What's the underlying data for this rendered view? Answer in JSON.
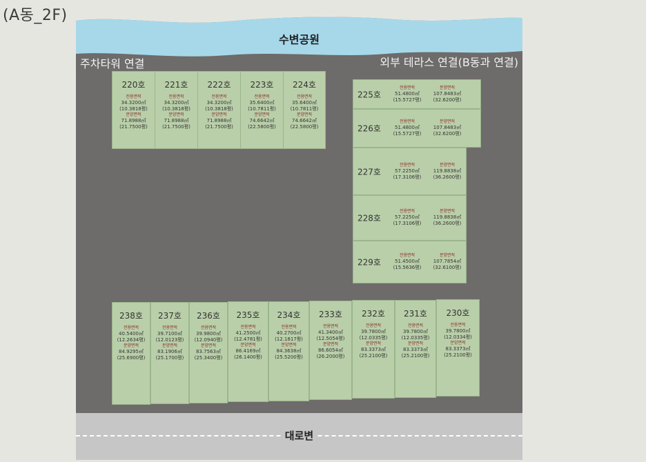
{
  "page_title": "(A동_2F)",
  "labels": {
    "park": "수변공원",
    "parking_link": "주차타워 연결",
    "terrace_link": "외부 테라스 연결(B동과 연결)",
    "road": "대로변"
  },
  "colors": {
    "background": "#e6e6e1",
    "site": "#6e6b6b",
    "water": "#a6d8ea",
    "unit": "#b9cfa9",
    "road": "#c6c6c6",
    "area_label": "#8a2a2a"
  },
  "area_labels": {
    "exclusive": "전용면적",
    "sale": "분양면적"
  },
  "top_units": [
    {
      "name": "220호",
      "ex_m2": "34.3200㎡",
      "ex_py": "(10.3818평)",
      "sale_m2": "71.8988㎡",
      "sale_py": "(21.7500평)"
    },
    {
      "name": "221호",
      "ex_m2": "34.3200㎡",
      "ex_py": "(10.3818평)",
      "sale_m2": "71.8988㎡",
      "sale_py": "(21.7500평)"
    },
    {
      "name": "222호",
      "ex_m2": "34.3200㎡",
      "ex_py": "(10.3818평)",
      "sale_m2": "71.8988㎡",
      "sale_py": "(21.7500평)"
    },
    {
      "name": "223호",
      "ex_m2": "35.6400㎡",
      "ex_py": "(10.7811평)",
      "sale_m2": "74.6642㎡",
      "sale_py": "(22.5800평)"
    },
    {
      "name": "224호",
      "ex_m2": "35.6400㎡",
      "ex_py": "(10.7811평)",
      "sale_m2": "74.6642㎡",
      "sale_py": "(22.5800평)"
    }
  ],
  "right_units": [
    {
      "name": "225호",
      "ex_m2": "51.4800㎡",
      "ex_py": "(15.5727평)",
      "sale_m2": "107.8483㎡",
      "sale_py": "(32.6200평)"
    },
    {
      "name": "226호",
      "ex_m2": "51.4800㎡",
      "ex_py": "(15.5727평)",
      "sale_m2": "107.8483㎡",
      "sale_py": "(32.6200평)"
    },
    {
      "name": "227호",
      "ex_m2": "57.2250㎡",
      "ex_py": "(17.3106평)",
      "sale_m2": "119.8838㎡",
      "sale_py": "(36.2600평)"
    },
    {
      "name": "228호",
      "ex_m2": "57.2250㎡",
      "ex_py": "(17.3106평)",
      "sale_m2": "119.8838㎡",
      "sale_py": "(36.2600평)"
    },
    {
      "name": "229호",
      "ex_m2": "51.4500㎡",
      "ex_py": "(15.5636평)",
      "sale_m2": "107.7854㎡",
      "sale_py": "(32.6100평)"
    }
  ],
  "bottom_units": [
    {
      "name": "238호",
      "ex_m2": "40.5400㎡",
      "ex_py": "(12.2634평)",
      "sale_m2": "84.9295㎡",
      "sale_py": "(25.6900평)"
    },
    {
      "name": "237호",
      "ex_m2": "39.7100㎡",
      "ex_py": "(12.0123평)",
      "sale_m2": "83.1906㎡",
      "sale_py": "(25.1700평)"
    },
    {
      "name": "236호",
      "ex_m2": "39.9800㎡",
      "ex_py": "(12.0940평)",
      "sale_m2": "83.7563㎡",
      "sale_py": "(25.3400평)"
    },
    {
      "name": "235호",
      "ex_m2": "41.2500㎡",
      "ex_py": "(12.4781평)",
      "sale_m2": "86.4169㎡",
      "sale_py": "(26.1400평)"
    },
    {
      "name": "234호",
      "ex_m2": "40.2700㎡",
      "ex_py": "(12.1817평)",
      "sale_m2": "84.3638㎡",
      "sale_py": "(25.5200평)"
    },
    {
      "name": "233호",
      "ex_m2": "41.3400㎡",
      "ex_py": "(12.5054평)",
      "sale_m2": "86.6054㎡",
      "sale_py": "(26.2000평)"
    },
    {
      "name": "232호",
      "ex_m2": "39.7800㎡",
      "ex_py": "(12.0335평)",
      "sale_m2": "83.3373㎡",
      "sale_py": "(25.2100평)"
    },
    {
      "name": "231호",
      "ex_m2": "39.7800㎡",
      "ex_py": "(12.0335평)",
      "sale_m2": "83.3373㎡",
      "sale_py": "(25.2100평)"
    },
    {
      "name": "230호",
      "ex_m2": "39.7800㎡",
      "ex_py": "(12.0334평)",
      "sale_m2": "83.3373㎡",
      "sale_py": "(25.2100평)"
    }
  ]
}
